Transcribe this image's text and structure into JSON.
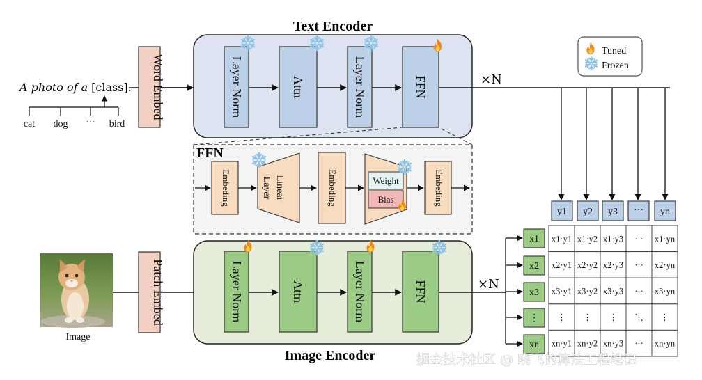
{
  "text_encoder": {
    "title": "Text Encoder",
    "blocks": [
      "Layer Norm",
      "Attn",
      "Layer Norm",
      "FFN"
    ],
    "repeat": "×N"
  },
  "image_encoder": {
    "title": "Image Encoder",
    "blocks": [
      "Layer Norm",
      "Attn",
      "Layer Norm",
      "FFN"
    ],
    "repeat": "×N"
  },
  "word_embed": "Word Embed",
  "patch_embed": "Patch Embed",
  "prompt": {
    "italic": "A photo of a",
    "rest": "[class]."
  },
  "classes": [
    "cat",
    "dog",
    "···",
    "bird"
  ],
  "image_label": "Image",
  "ffn_detail": {
    "title": "FFN",
    "embeding": "Embeding",
    "linear_line1": "Linear",
    "linear_line2": "Layer",
    "weight": "Weight",
    "bias": "Bias"
  },
  "legend": {
    "tuned": "Tuned",
    "frozen": "Frozen"
  },
  "y_labels": [
    "y1",
    "y2",
    "y3",
    "···",
    "yn"
  ],
  "x_labels": [
    "x1",
    "x2",
    "x3",
    "⋮",
    "xn"
  ],
  "matrix": [
    [
      "x1·y1",
      "x1·y2",
      "x1·y3",
      "···",
      "x1·yn"
    ],
    [
      "x2·y1",
      "x2·y2",
      "x2·y3",
      "···",
      "x2·yn"
    ],
    [
      "x3·y1",
      "x3·y2",
      "x3·y3",
      "···",
      "x3·yn"
    ],
    [
      "⋮",
      "⋮",
      "⋮",
      "⋱",
      "⋮"
    ],
    [
      "xn·y1",
      "xn·y2",
      "xn·y3",
      "···",
      "xn·yn"
    ]
  ],
  "watermark": "掘金技术社区 @ 晓飞的算法工程笔记",
  "colors": {
    "text_encoder_bg": "#dde3f0",
    "text_block": "#bcd0e8",
    "image_encoder_bg": "#e6eedb",
    "image_block": "#9ccb86",
    "embed_fill": "#f3d1c2",
    "ffn_fill": "#f8dcc0",
    "weight_fill": "#e5f2f2",
    "bias_fill": "#f2b8b8",
    "y_fill": "#bcd0e8",
    "x_fill": "#9ccb86"
  },
  "icons": {
    "tuned": "flame-icon",
    "frozen": "snowflake-icon"
  }
}
